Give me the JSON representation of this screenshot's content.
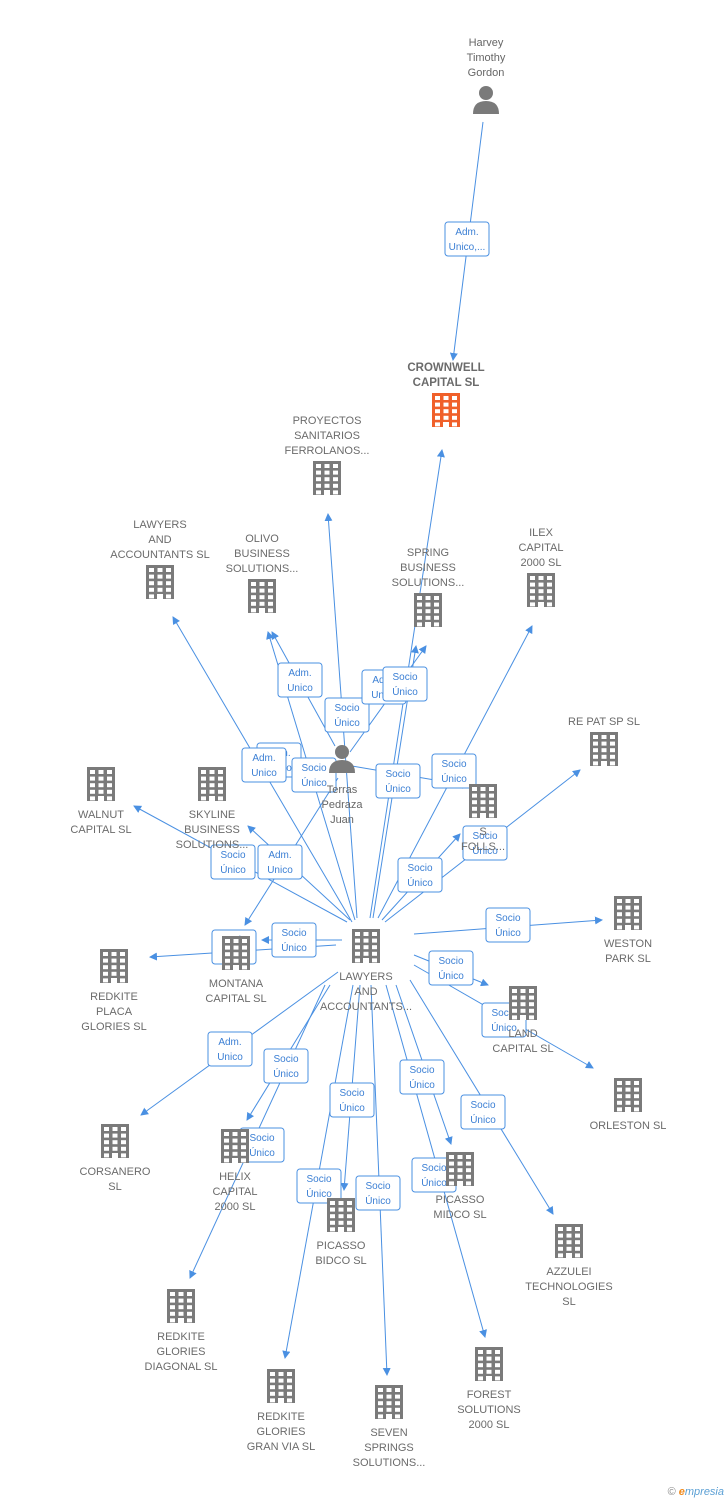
{
  "colors": {
    "edge": "#4a90e2",
    "company": "#7a7a7a",
    "focus_company": "#f0602a",
    "person": "#7a7a7a"
  },
  "nodes": [
    {
      "id": "harvey",
      "type": "person",
      "lines": [
        "Harvey",
        "Timothy",
        "Gordon"
      ]
    },
    {
      "id": "crownwell",
      "type": "focus",
      "lines": [
        "CROWNWELL",
        "CAPITAL  SL"
      ]
    },
    {
      "id": "proyectos",
      "type": "company",
      "lines": [
        "PROYECTOS",
        "SANITARIOS",
        "FERROLANOS..."
      ]
    },
    {
      "id": "lawyers_top",
      "type": "company",
      "lines": [
        "LAWYERS",
        "AND",
        "ACCOUNTANTS SL"
      ]
    },
    {
      "id": "olivo",
      "type": "company",
      "lines": [
        "OLIVO",
        "BUSINESS",
        "SOLUTIONS..."
      ]
    },
    {
      "id": "spring",
      "type": "company",
      "lines": [
        "SPRING",
        "BUSINESS",
        "SOLUTIONS..."
      ]
    },
    {
      "id": "ilex",
      "type": "company",
      "lines": [
        "ILEX",
        "CAPITAL",
        "2000  SL"
      ]
    },
    {
      "id": "repat",
      "type": "company",
      "lines": [
        "RE PAT SP  SL"
      ]
    },
    {
      "id": "juan",
      "type": "person",
      "lines": [
        "Terras",
        "Pedraza",
        "Juan"
      ]
    },
    {
      "id": "walnut",
      "type": "company",
      "lines": [
        "WALNUT",
        "CAPITAL  SL"
      ]
    },
    {
      "id": "skyline",
      "type": "company",
      "lines": [
        "SKYLINE",
        "BUSINESS",
        "SOLUTIONS..."
      ]
    },
    {
      "id": "sfolls",
      "type": "company",
      "lines": [
        "S",
        "FOLLS..."
      ]
    },
    {
      "id": "lawyers_center",
      "type": "company",
      "lines": [
        "LAWYERS",
        "AND",
        "ACCOUNTANTS..."
      ]
    },
    {
      "id": "weston",
      "type": "company",
      "lines": [
        "WESTON",
        "PARK  SL"
      ]
    },
    {
      "id": "montana",
      "type": "company",
      "lines": [
        "MONTANA",
        "CAPITAL  SL"
      ]
    },
    {
      "id": "redkite_placa",
      "type": "company",
      "lines": [
        "REDKITE",
        "PLACA",
        "GLORIES  SL"
      ]
    },
    {
      "id": "land",
      "type": "company",
      "lines": [
        "LAND",
        "CAPITAL  SL"
      ]
    },
    {
      "id": "orleston",
      "type": "company",
      "lines": [
        "ORLESTON  SL"
      ]
    },
    {
      "id": "corsanero",
      "type": "company",
      "lines": [
        "CORSANERO",
        "SL"
      ]
    },
    {
      "id": "helix",
      "type": "company",
      "lines": [
        "HELIX",
        "CAPITAL",
        "2000  SL"
      ]
    },
    {
      "id": "picasso_midco",
      "type": "company",
      "lines": [
        "PICASSO",
        "MIDCO  SL"
      ]
    },
    {
      "id": "picasso_bidco",
      "type": "company",
      "lines": [
        "PICASSO",
        "BIDCO  SL"
      ]
    },
    {
      "id": "azzulei",
      "type": "company",
      "lines": [
        "AZZULEI",
        "TECHNOLOGIES",
        "SL"
      ]
    },
    {
      "id": "redkite_diagonal",
      "type": "company",
      "lines": [
        "REDKITE",
        "GLORIES",
        "DIAGONAL  SL"
      ]
    },
    {
      "id": "redkite_granvia",
      "type": "company",
      "lines": [
        "REDKITE",
        "GLORIES",
        "GRAN VIA  SL"
      ]
    },
    {
      "id": "seven",
      "type": "company",
      "lines": [
        "SEVEN",
        "SPRINGS",
        "SOLUTIONS..."
      ]
    },
    {
      "id": "forest",
      "type": "company",
      "lines": [
        "FOREST",
        "SOLUTIONS",
        "2000  SL"
      ]
    }
  ],
  "edges": [
    {
      "from": "harvey",
      "to": "crownwell",
      "label": [
        "Adm.",
        "Unico,..."
      ]
    },
    {
      "from": "lawyers_center",
      "to": "crownwell",
      "label": []
    },
    {
      "from": "lawyers_center",
      "to": "proyectos",
      "label": [
        "Socio",
        "Único"
      ]
    },
    {
      "from": "lawyers_center",
      "to": "lawyers_top",
      "label": [
        "Adm.",
        "Unico"
      ]
    },
    {
      "from": "lawyers_center",
      "to": "olivo",
      "label": [
        "Adm.",
        "Unico"
      ]
    },
    {
      "from": "juan",
      "to": "olivo",
      "label": [
        "Adm.",
        "Unico"
      ]
    },
    {
      "from": "lawyers_center",
      "to": "spring",
      "label": [
        "Adm.",
        "Unico"
      ]
    },
    {
      "from": "juan",
      "to": "spring",
      "label": [
        "Socio",
        "Único"
      ]
    },
    {
      "from": "lawyers_center",
      "to": "ilex",
      "label": [
        "Socio",
        "Único"
      ]
    },
    {
      "from": "lawyers_center",
      "to": "repat",
      "label": [
        "Socio",
        "Único"
      ]
    },
    {
      "from": "lawyers_center",
      "to": "walnut",
      "label": [
        "Socio",
        "Único"
      ]
    },
    {
      "from": "lawyers_center",
      "to": "skyline",
      "label": [
        "Adm.",
        "Unico"
      ]
    },
    {
      "from": "juan",
      "to": "skyline",
      "label": [
        "Socio",
        "Único"
      ]
    },
    {
      "from": "lawyers_center",
      "to": "sfolls",
      "label": [
        "Socio",
        "Único"
      ]
    },
    {
      "from": "juan",
      "to": "sfolls",
      "label": [
        "Socio",
        "Único"
      ]
    },
    {
      "from": "lawyers_center",
      "to": "weston",
      "label": [
        "Socio",
        "Único"
      ]
    },
    {
      "from": "lawyers_center",
      "to": "montana",
      "label": [
        "Socio",
        "Único"
      ]
    },
    {
      "from": "lawyers_center",
      "to": "redkite_placa",
      "label": [
        "Socio",
        "Único"
      ]
    },
    {
      "from": "lawyers_center",
      "to": "land",
      "label": [
        "Socio",
        "Único"
      ]
    },
    {
      "from": "lawyers_center",
      "to": "orleston",
      "label": [
        "Socio",
        "Único"
      ]
    },
    {
      "from": "lawyers_center",
      "to": "corsanero",
      "label": [
        "Adm.",
        "Unico"
      ]
    },
    {
      "from": "lawyers_center",
      "to": "helix",
      "label": [
        "Socio",
        "Único"
      ]
    },
    {
      "from": "lawyers_center",
      "to": "picasso_midco",
      "label": [
        "Socio",
        "Único"
      ]
    },
    {
      "from": "lawyers_center",
      "to": "picasso_bidco",
      "label": [
        "Socio",
        "Único"
      ]
    },
    {
      "from": "lawyers_center",
      "to": "azzulei",
      "label": [
        "Socio",
        "Único"
      ]
    },
    {
      "from": "lawyers_center",
      "to": "redkite_diagonal",
      "label": [
        "Socio",
        "Único"
      ]
    },
    {
      "from": "lawyers_center",
      "to": "redkite_granvia",
      "label": [
        "Socio",
        "Único"
      ]
    },
    {
      "from": "lawyers_center",
      "to": "seven",
      "label": [
        "Socio",
        "Único"
      ]
    },
    {
      "from": "lawyers_center",
      "to": "forest",
      "label": [
        "Socio",
        "Único"
      ]
    }
  ],
  "footer": {
    "copyright": "©",
    "brand_initial": "e",
    "brand_rest": "mpresia"
  }
}
